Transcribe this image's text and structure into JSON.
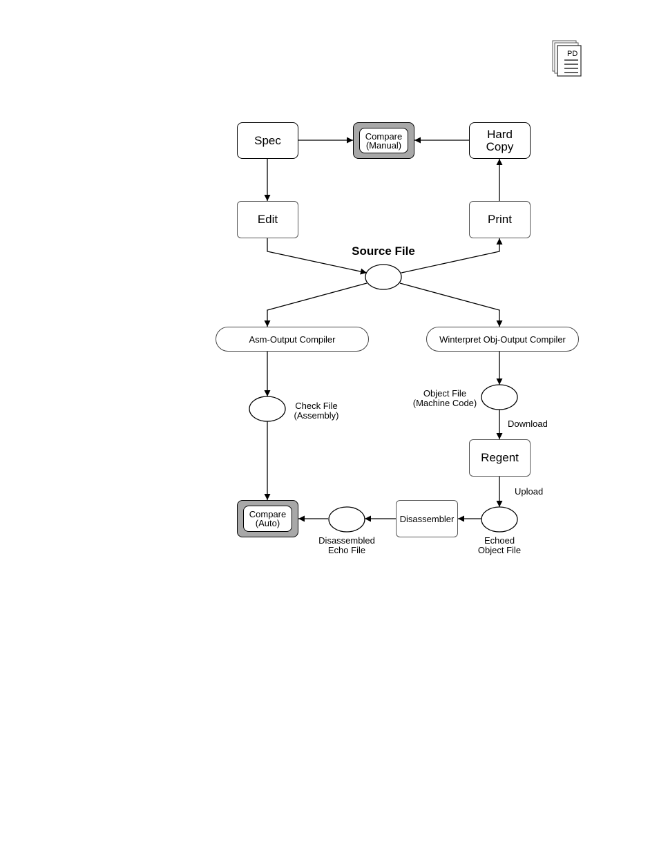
{
  "nodes": {
    "spec": "Spec",
    "compare_manual": "Compare\n(Manual)",
    "hard_copy": "Hard\nCopy",
    "edit": "Edit",
    "print": "Print",
    "source_file": "Source File",
    "asm_compiler": "Asm-Output Compiler",
    "winterpret_compiler": "Winterpret Obj-Output Compiler",
    "check_file": "Check File\n(Assembly)",
    "object_file": "Object File\n(Machine Code)",
    "download": "Download",
    "regent": "Regent",
    "upload": "Upload",
    "compare_auto": "Compare\n(Auto)",
    "disassembler": "Disassembler",
    "disassembled_echo_file": "Disassembled\nEcho File",
    "echoed_object_file": "Echoed\nObject File"
  },
  "icon": {
    "name": "pdf-document-icon",
    "text": "PD"
  }
}
